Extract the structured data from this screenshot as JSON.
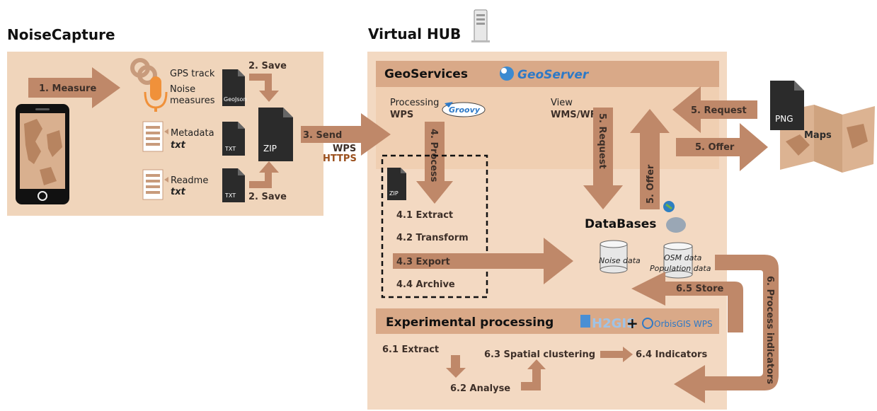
{
  "titles": {
    "noisecapture": "NoiseCapture",
    "virtual_hub": "Virtual HUB"
  },
  "phone_panel": {
    "measure_label": "1. Measure",
    "gps_track": "GPS track",
    "noise_line1": "Noise",
    "noise_line2": "measures",
    "metadata": "Metadata",
    "metadata_ext": "txt",
    "readme": "Readme",
    "readme_ext": "txt",
    "save_top": "2. Save",
    "save_bottom": "2. Save",
    "file_geojson": "GeoJson",
    "file_txt1": "TXT",
    "file_txt2": "TXT",
    "file_zip": "ZIP"
  },
  "send": {
    "label": "3. Send",
    "protocol": "WPS",
    "transport": "HTTPS"
  },
  "geoservices": {
    "title": "GeoServices",
    "geoserver_logo": "GeoServer",
    "processing": "Processing",
    "processing_wps": "WPS",
    "groovy_logo": "Groovy",
    "view": "View",
    "view_wms": "WMS/WFS",
    "process": "4. Process",
    "request_down": "5. Request",
    "offer_up": "5. Offer"
  },
  "maps": {
    "request": "5. Request",
    "offer": "5. Offer",
    "png": "PNG",
    "maps_label": "Maps"
  },
  "processing_steps": {
    "zip": "ZIP",
    "extract": "4.1 Extract",
    "transform": "4.2 Transform",
    "export": "4.3 Export",
    "archive": "4.4 Archive"
  },
  "databases": {
    "title": "DataBases",
    "noise_data": "Noise data",
    "osm_data": "OSM data",
    "population_data": "Population data",
    "store": "6.5 Store",
    "process_indicators": "6. Process indicators"
  },
  "experimental": {
    "title": "Experimental processing",
    "h2gis_logo": "H2GIS",
    "plus": "+",
    "orbisgis_logo": "OrbisGIS WPS",
    "extract": "6.1 Extract",
    "analyse": "6.2 Analyse",
    "clustering": "6.3 Spatial clustering",
    "indicators": "6.4 Indicators"
  },
  "colors": {
    "panel": "#f0d5bb",
    "hub": "#f3d9c2",
    "header_band": "#d9a988",
    "arrow": "#bf8869",
    "accent_orange": "#f0913a",
    "https": "#9a4f1c"
  }
}
